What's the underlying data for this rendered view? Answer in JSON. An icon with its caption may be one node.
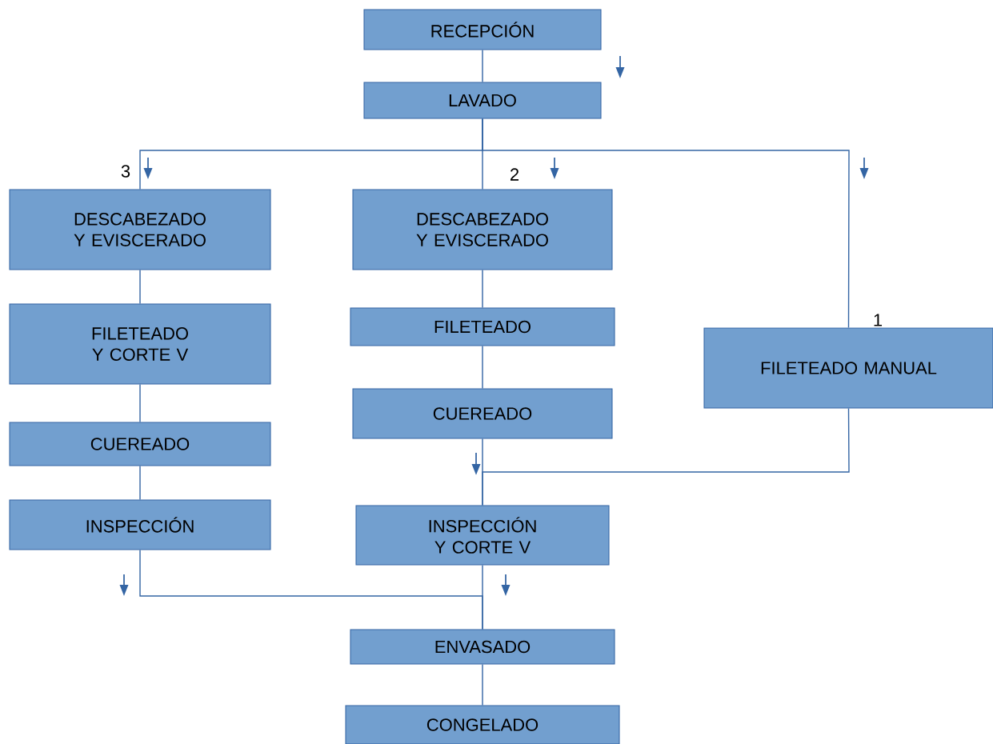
{
  "diagram": {
    "nodes": [
      {
        "text": [
          "RECEPCIÓN"
        ]
      },
      {
        "text": [
          "LAVADO"
        ]
      },
      {
        "text": [
          "DESCABEZADO Y EVISCERADO"
        ]
      },
      {
        "text": [
          "DESCABEZADO Y EVISCERADO"
        ]
      },
      {
        "text": [
          "FILETEADO MANUAL"
        ]
      },
      {
        "text": [
          "FILETEADO Y CORTE V"
        ]
      },
      {
        "text": [
          "FILETEADO"
        ]
      },
      {
        "text": [
          "CUEREADO"
        ]
      },
      {
        "text": [
          "CUEREADO"
        ]
      },
      {
        "text": [
          "INSPECCIÓN"
        ]
      },
      {
        "text": [
          "INSPECCIÓN Y CORTE V"
        ]
      },
      {
        "text": [
          "ENVASADO"
        ]
      },
      {
        "text": [
          "CONGELADO"
        ]
      }
    ],
    "edges": [
      {
        "from": 0,
        "to": 1,
        "arrow": "none"
      },
      {
        "from": 1,
        "to": 2,
        "arrow": "none"
      },
      {
        "from": 1,
        "to": 3,
        "arrow": "none"
      },
      {
        "from": 1,
        "to": 4,
        "arrow": "none"
      },
      {
        "from": 2,
        "to": 5,
        "arrow": "none"
      },
      {
        "from": 5,
        "to": 7,
        "arrow": "none"
      },
      {
        "from": 7,
        "to": 9,
        "arrow": "none"
      },
      {
        "from": 3,
        "to": 6,
        "arrow": "none"
      },
      {
        "from": 6,
        "to": 8,
        "arrow": "none"
      },
      {
        "from": 8,
        "to": 10,
        "arrow": "none"
      },
      {
        "from": 4,
        "to": 10,
        "arrow": "none"
      },
      {
        "from": 9,
        "to": 11,
        "arrow": "none"
      },
      {
        "from": 10,
        "to": 11,
        "arrow": "none"
      },
      {
        "from": 11,
        "to": 12,
        "arrow": "none"
      }
    ],
    "labels": [
      "3",
      "2",
      "1"
    ]
  }
}
